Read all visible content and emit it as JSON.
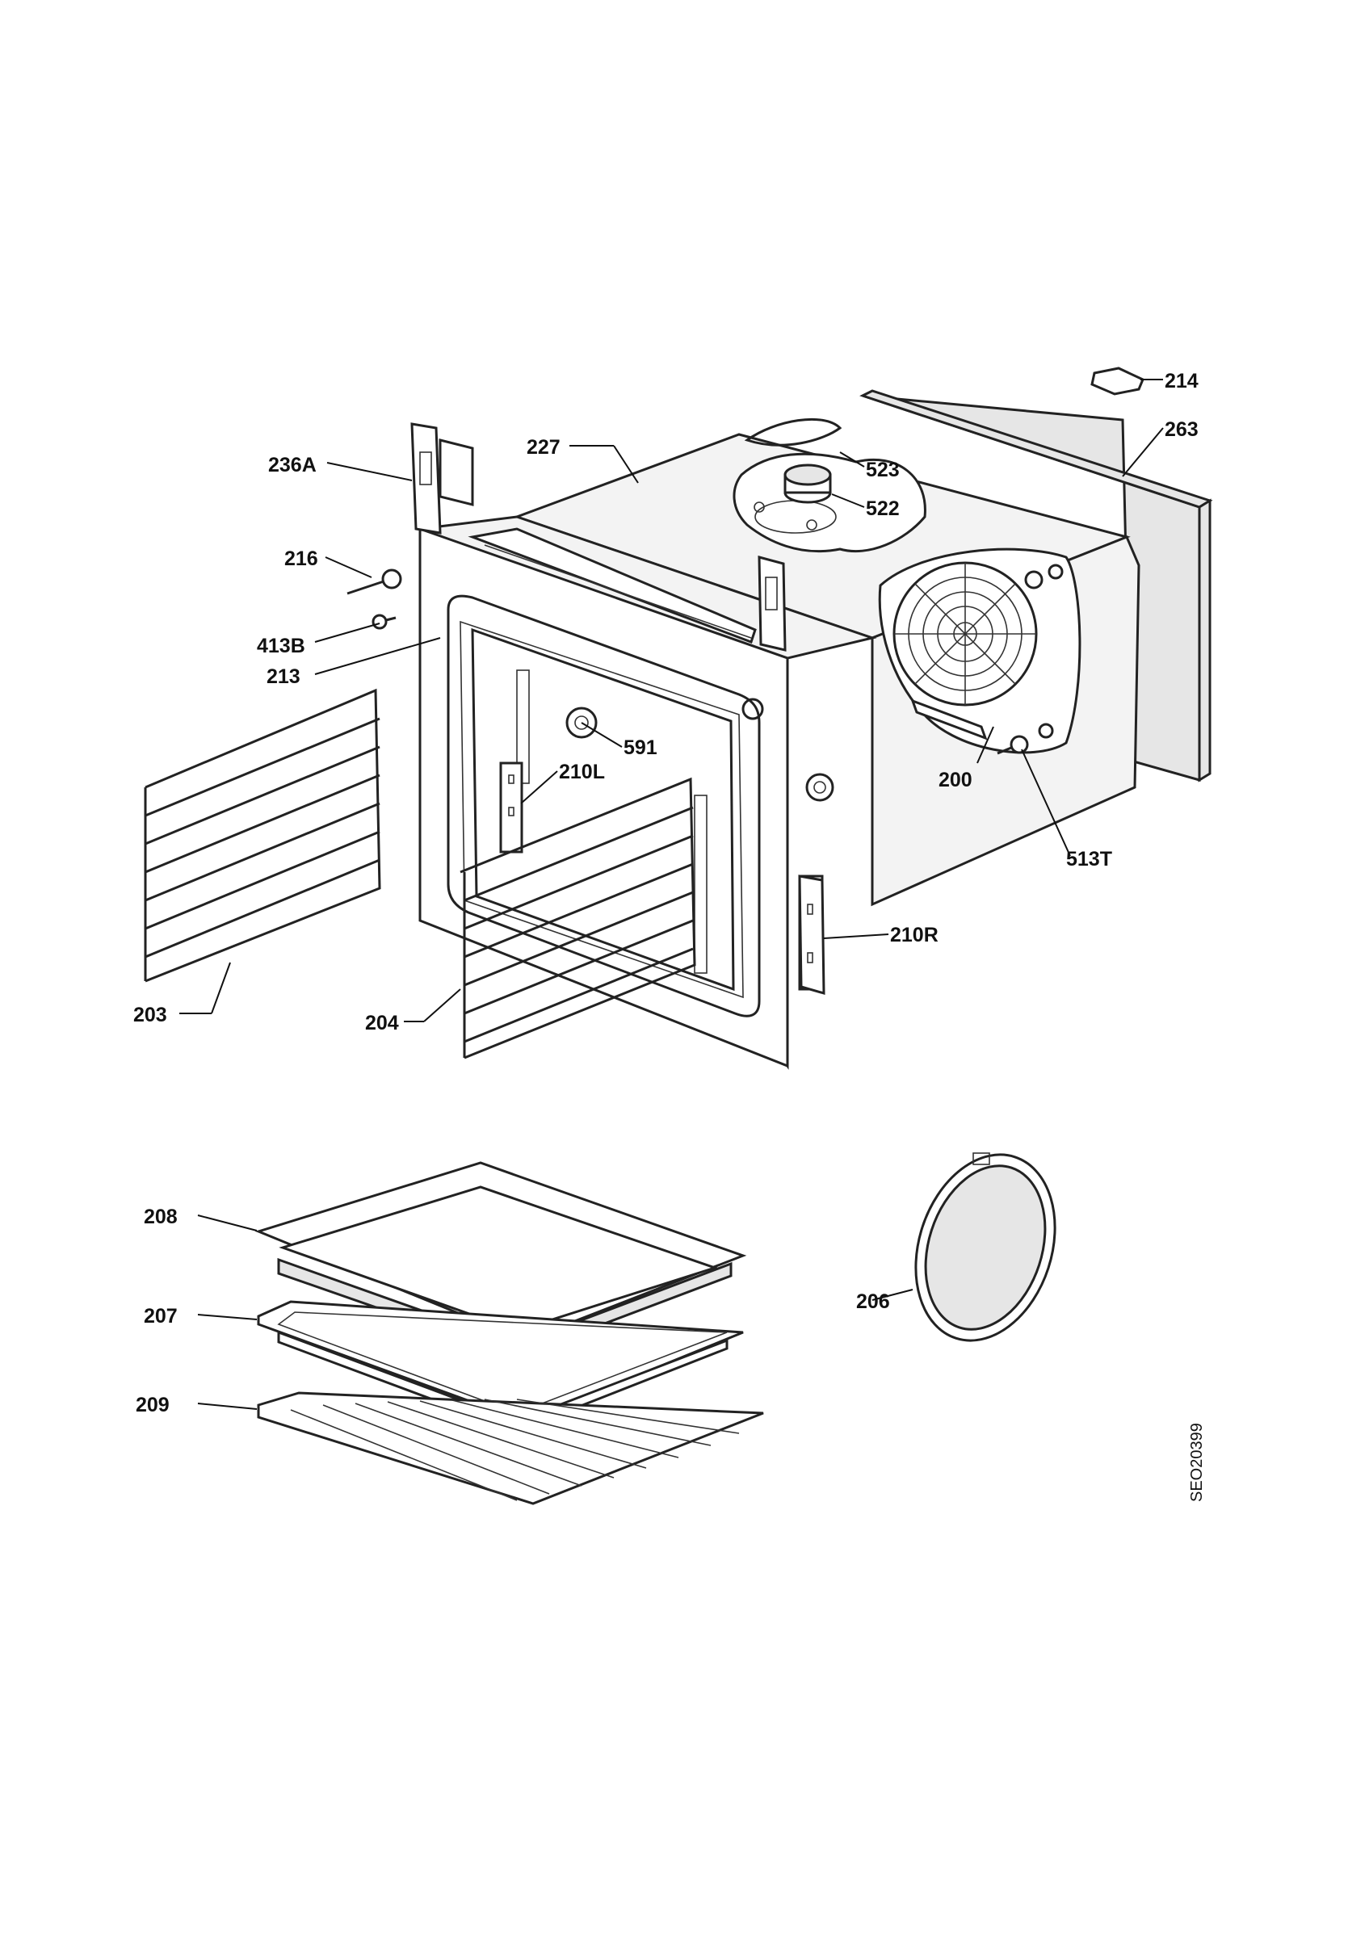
{
  "labels": {
    "p214": "214",
    "p263": "263",
    "p227": "227",
    "p523": "523",
    "p236A": "236A",
    "p522": "522",
    "p216": "216",
    "p413B": "413B",
    "p213": "213",
    "p591": "591",
    "p210L": "210L",
    "p200": "200",
    "p513T": "513T",
    "p210R": "210R",
    "p203": "203",
    "p204": "204",
    "p208": "208",
    "p207": "207",
    "p206": "206",
    "p209": "209"
  },
  "drawing_code": "SEO20399"
}
